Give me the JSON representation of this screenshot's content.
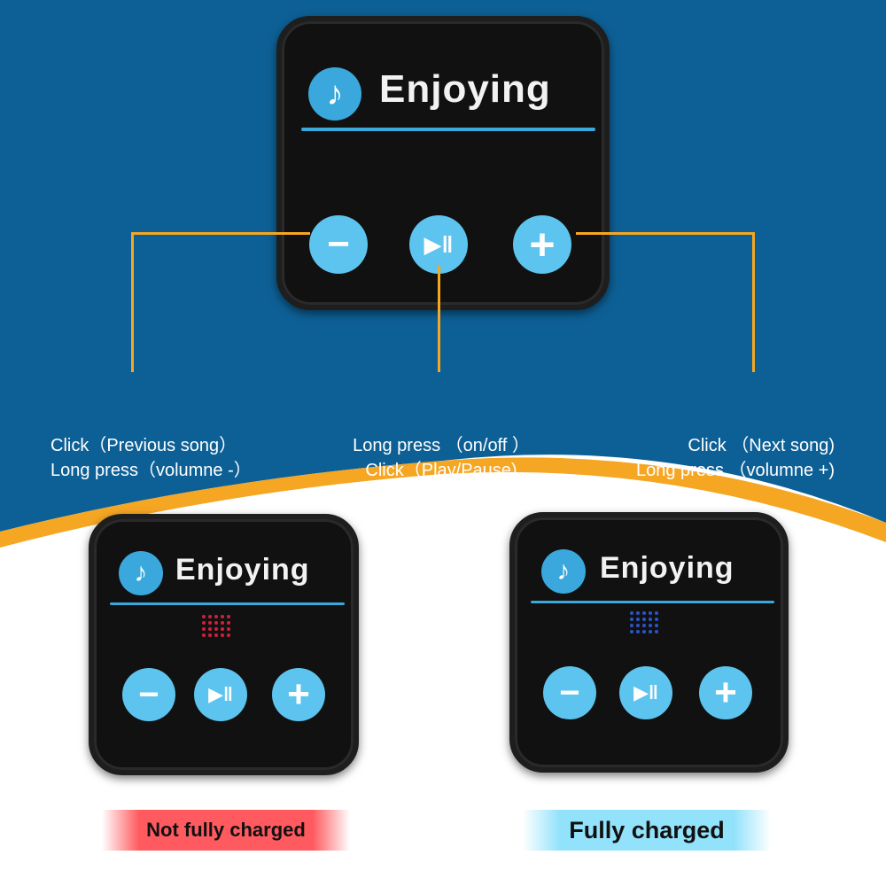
{
  "colors": {
    "background": "#0d6096",
    "accent": "#f5a623",
    "button": "#5cc4ee",
    "red_led": "#d0203a",
    "blue_led": "#2a55c8"
  },
  "main_patch": {
    "title": "Enjoying",
    "icon": "music-note-icon",
    "buttons": [
      "minus-icon",
      "play-pause-icon",
      "plus-icon"
    ]
  },
  "labels": {
    "left": [
      "Click（Previous song）",
      "Long press（volumne -）"
    ],
    "center": [
      "Long press （on/off ）",
      "Click（Play/Pause)"
    ],
    "right": [
      "Click （Next song)",
      "Long press （volumne +)"
    ]
  },
  "states": [
    {
      "title": "Enjoying",
      "caption": "Not fully charged",
      "led_color": "#d0203a",
      "tag_color": "#ff5a5f"
    },
    {
      "title": "Enjoying",
      "caption": "Fully charged",
      "led_color": "#2a55c8",
      "tag_color": "#92e2fb"
    }
  ],
  "icons": {
    "note": "♪",
    "minus": "−",
    "play": "▶‖",
    "plus": "+"
  }
}
